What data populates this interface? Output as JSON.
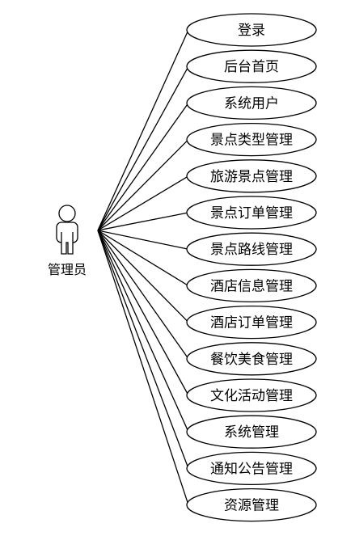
{
  "actor": {
    "label": "管理员",
    "icon": "person-icon"
  },
  "use_cases": [
    {
      "label": "登录"
    },
    {
      "label": "后台首页"
    },
    {
      "label": "系统用户"
    },
    {
      "label": "景点类型管理"
    },
    {
      "label": "旅游景点管理"
    },
    {
      "label": "景点订单管理"
    },
    {
      "label": "景点路线管理"
    },
    {
      "label": "酒店信息管理"
    },
    {
      "label": "酒店订单管理"
    },
    {
      "label": "餐饮美食管理"
    },
    {
      "label": "文化活动管理"
    },
    {
      "label": "系统管理"
    },
    {
      "label": "通知公告管理"
    },
    {
      "label": "资源管理"
    }
  ],
  "colors": {
    "stroke": "#000000",
    "fill": "#ffffff"
  }
}
